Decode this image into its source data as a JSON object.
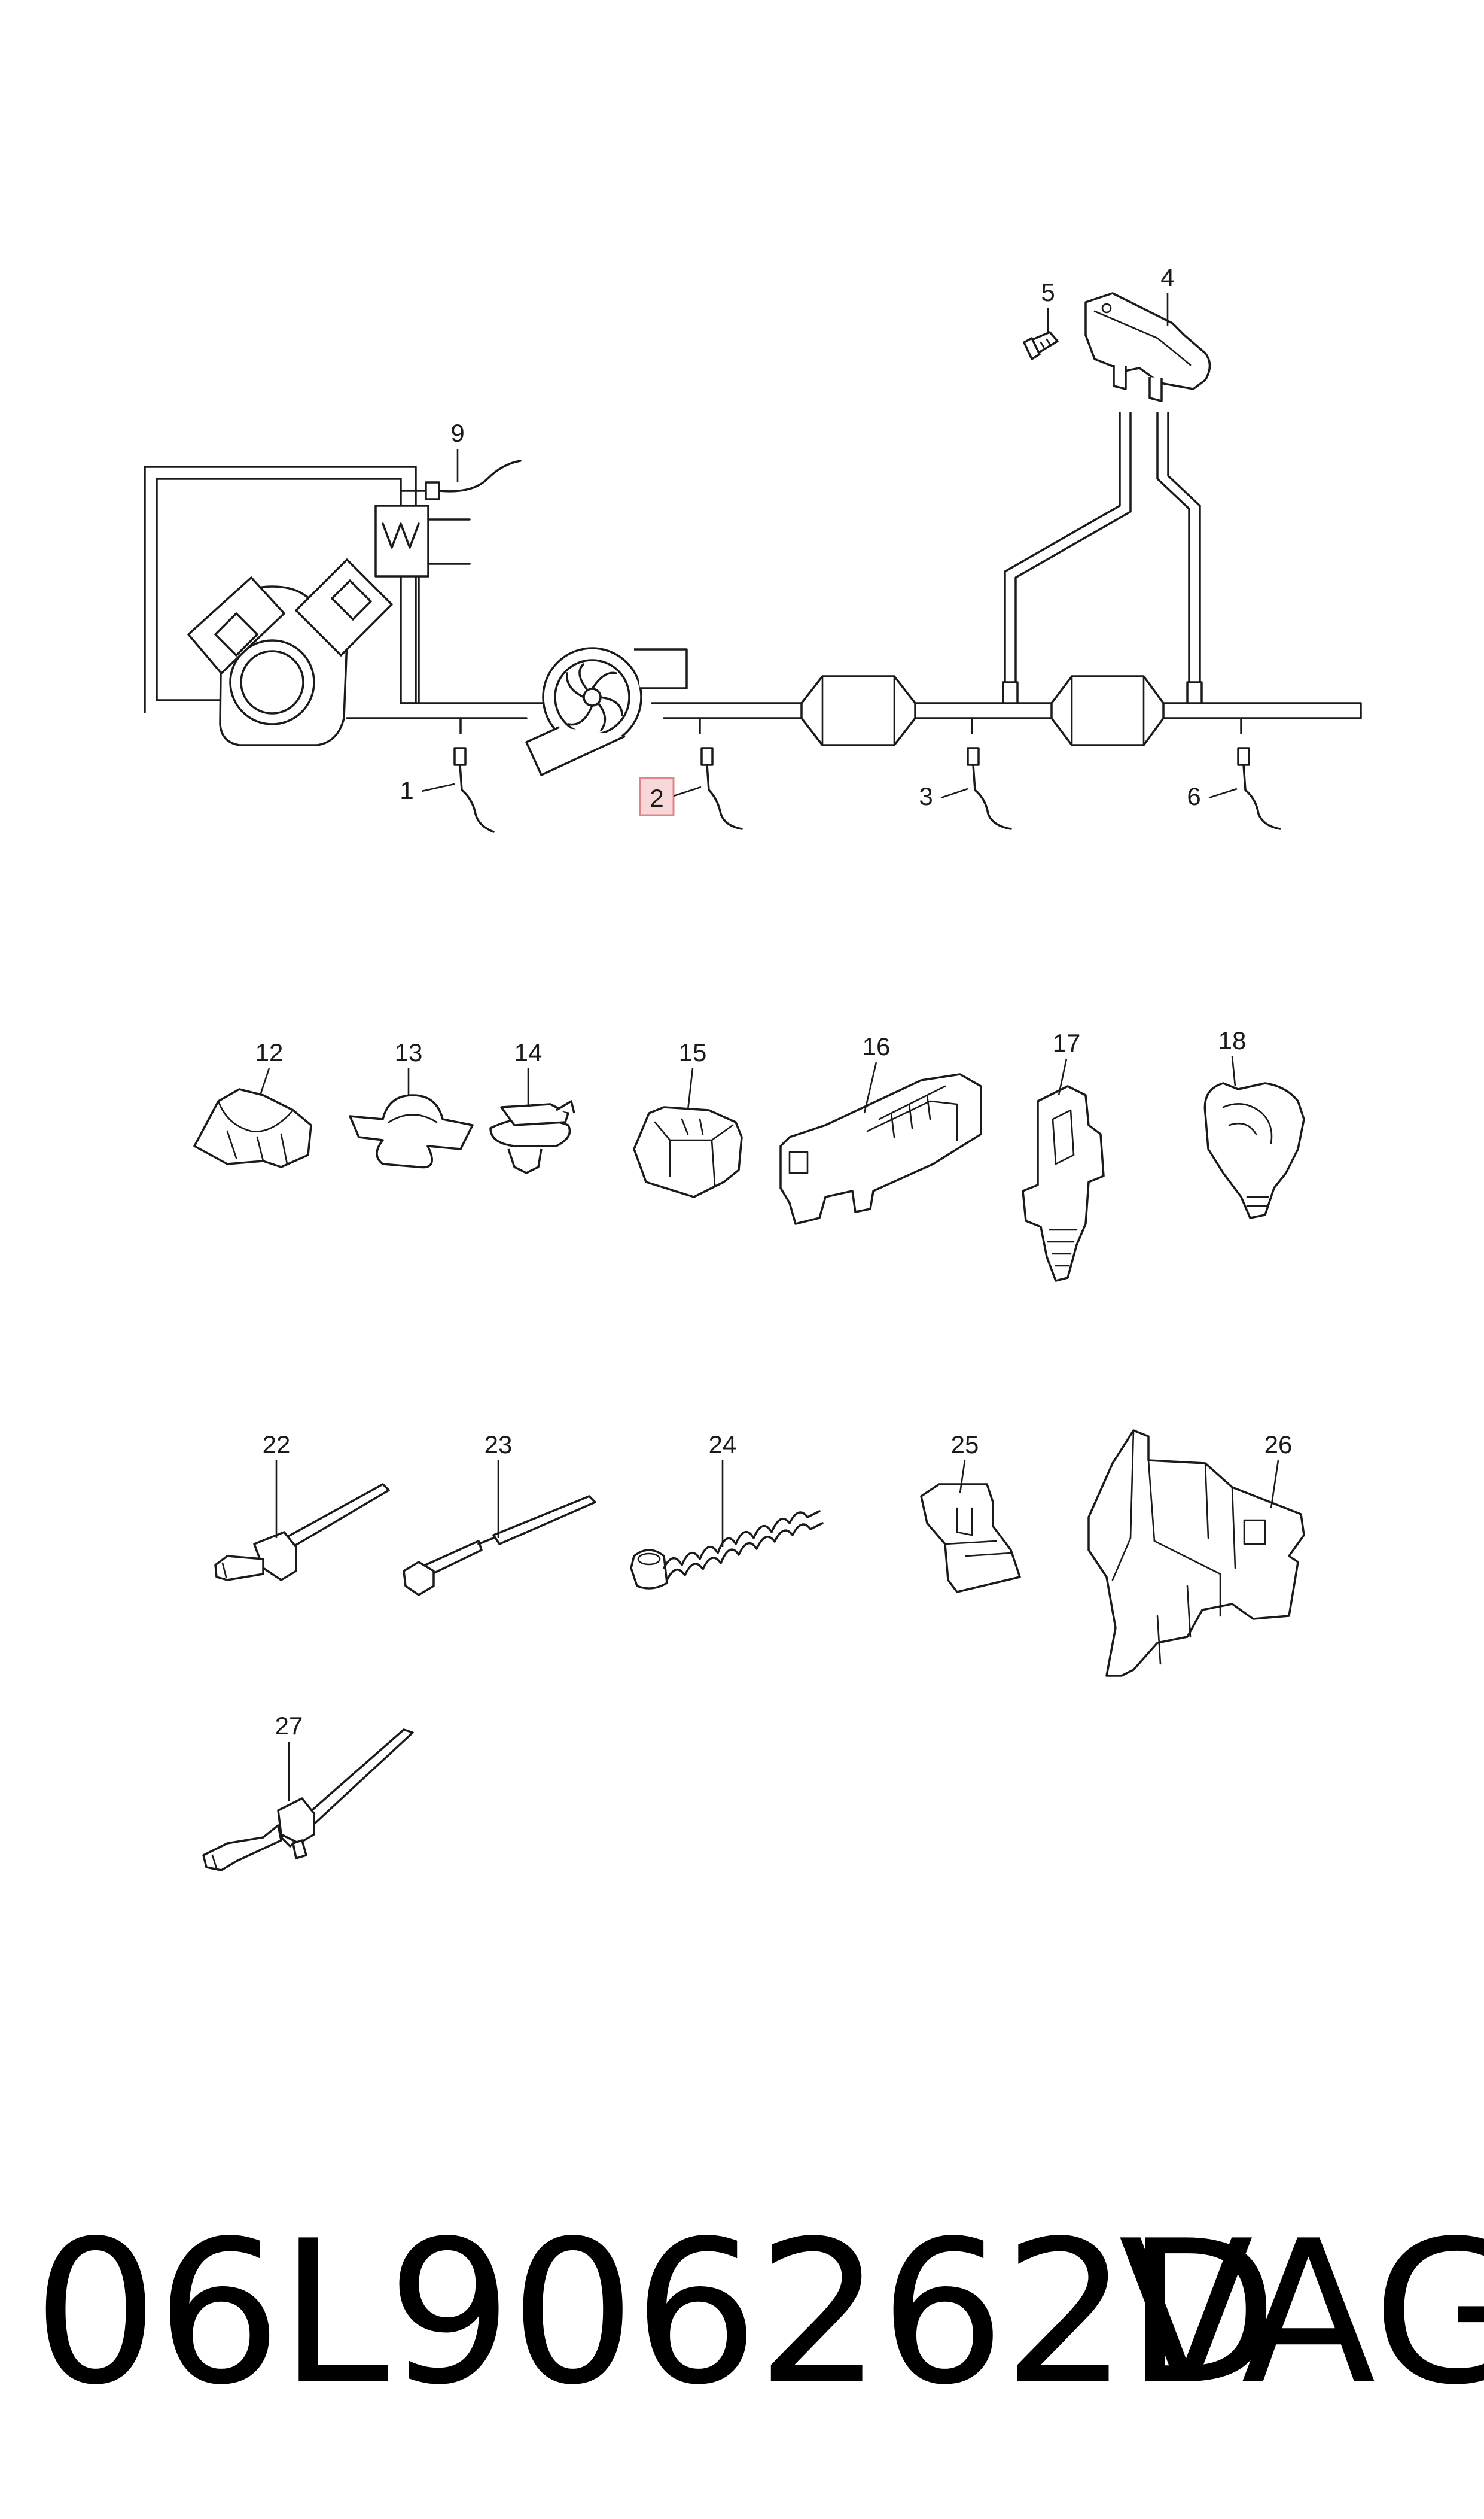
{
  "callouts": {
    "c1": "1",
    "c2": "2",
    "c3": "3",
    "c4": "4",
    "c5": "5",
    "c6": "6",
    "c9": "9",
    "c12": "12",
    "c13": "13",
    "c14": "14",
    "c15": "15",
    "c16": "16",
    "c17": "17",
    "c18": "18",
    "c22": "22",
    "c23": "23",
    "c24": "24",
    "c25": "25",
    "c26": "26",
    "c27": "27"
  },
  "highlighted_callout": "2",
  "footer": {
    "part_number": "06L906262D",
    "brand": "VAG"
  },
  "colors": {
    "line": "#1a1a1a",
    "highlight_fill": "#f7d7d8",
    "highlight_stroke": "#e0848a"
  }
}
